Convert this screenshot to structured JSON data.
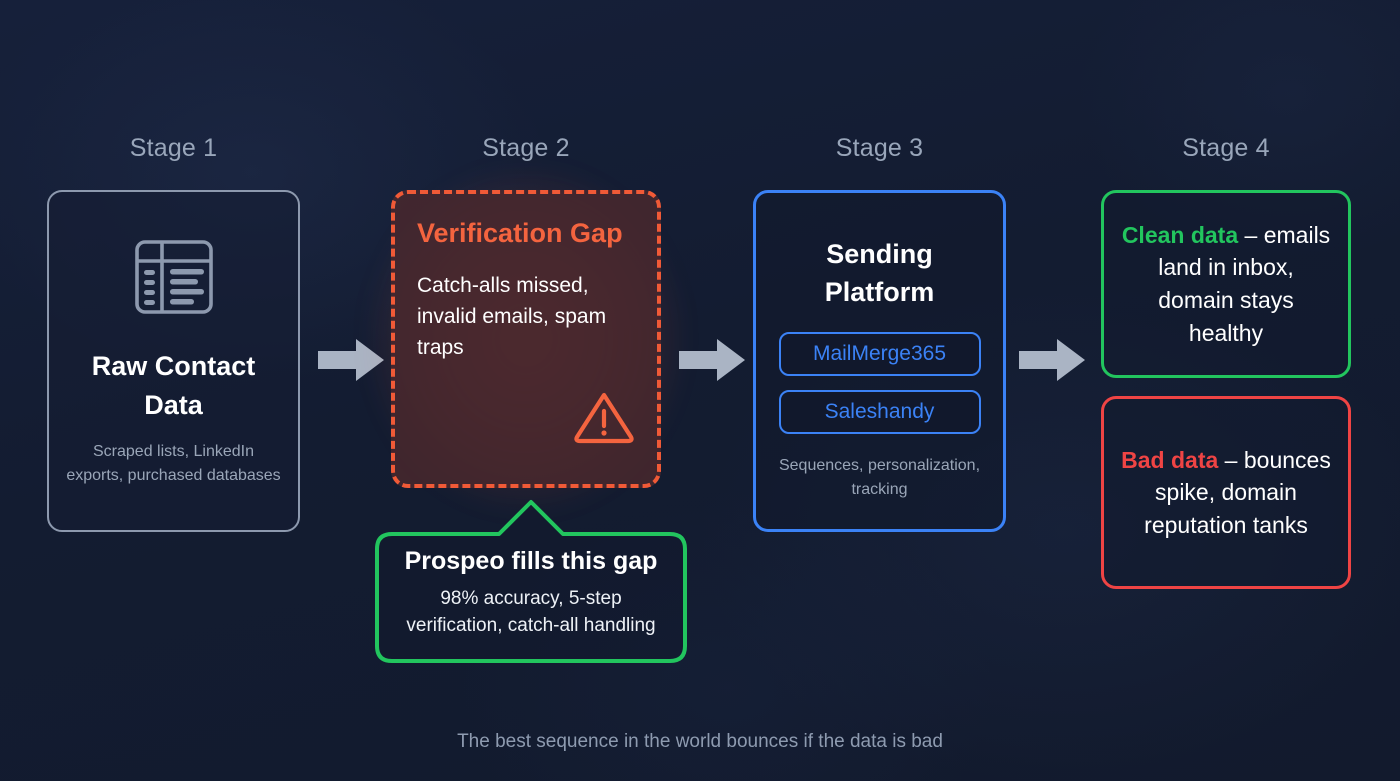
{
  "background_color": "#141d33",
  "stages": [
    {
      "label": "Stage 1",
      "title": "Raw Contact Data",
      "subtitle": "Scraped lists, LinkedIn exports, purchased databases",
      "icon": "table-spreadsheet-icon",
      "border_color": "#8d99ae"
    },
    {
      "label": "Stage 2",
      "title": "Verification Gap",
      "body": "Catch-alls missed, invalid emails, spam traps",
      "icon": "warning-triangle-icon",
      "border_color": "#f05a37",
      "border_style": "dashed",
      "title_color": "#f4643f"
    },
    {
      "label": "Stage 3",
      "title": "Sending Platform",
      "tools": [
        "MailMerge365",
        "Saleshandy"
      ],
      "subtitle": "Sequences, personalization, tracking",
      "border_color": "#3b82f6"
    },
    {
      "label": "Stage 4",
      "outcomes": [
        {
          "lead": "Clean data",
          "dash": " – ",
          "rest": "emails land in inbox, domain stays healthy",
          "color": "#22c55e"
        },
        {
          "lead": "Bad data",
          "dash": " – ",
          "rest": "bounces spike, domain reputation tanks",
          "color": "#ef4444"
        }
      ]
    }
  ],
  "callout": {
    "title": "Prospeo fills this gap",
    "subtitle_line1": "98% accuracy, 5-step",
    "subtitle_line2": "verification, catch-all handling",
    "border_color": "#22c55e"
  },
  "arrows": {
    "color": "#aab4c4",
    "count": 3
  },
  "footer": {
    "note": "The best sequence in the world bounces if the data is bad"
  }
}
